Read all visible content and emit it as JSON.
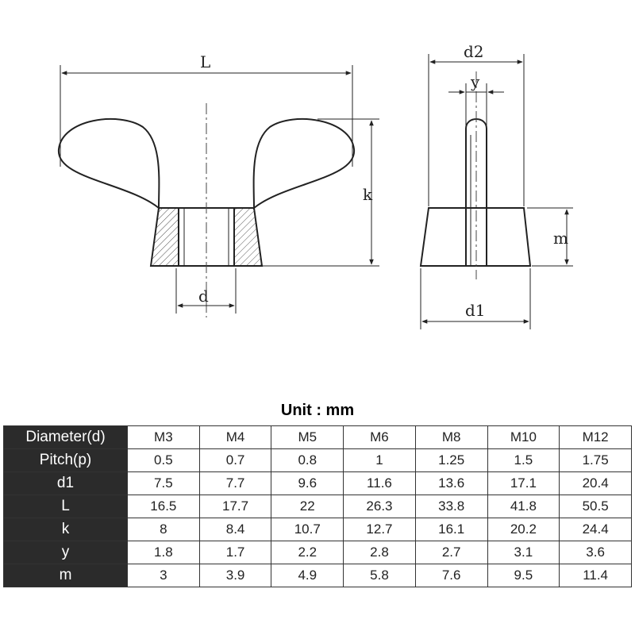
{
  "drawing": {
    "labels": {
      "L": "L",
      "k": "k",
      "d": "d",
      "d2": "d2",
      "y": "y",
      "m": "m",
      "d1": "d1"
    }
  },
  "unit_title": "Unit : mm",
  "table": {
    "header_label": "Diameter(d)",
    "columns": [
      "M3",
      "M4",
      "M5",
      "M6",
      "M8",
      "M10",
      "M12"
    ],
    "rows": [
      {
        "label": "Pitch(p)",
        "values": [
          "0.5",
          "0.7",
          "0.8",
          "1",
          "1.25",
          "1.5",
          "1.75"
        ]
      },
      {
        "label": "d1",
        "values": [
          "7.5",
          "7.7",
          "9.6",
          "11.6",
          "13.6",
          "17.1",
          "20.4"
        ]
      },
      {
        "label": "L",
        "values": [
          "16.5",
          "17.7",
          "22",
          "26.3",
          "33.8",
          "41.8",
          "50.5"
        ]
      },
      {
        "label": "k",
        "values": [
          "8",
          "8.4",
          "10.7",
          "12.7",
          "16.1",
          "20.2",
          "24.4"
        ]
      },
      {
        "label": "y",
        "values": [
          "1.8",
          "1.7",
          "2.2",
          "2.8",
          "2.7",
          "3.1",
          "3.6"
        ]
      },
      {
        "label": "m",
        "values": [
          "3",
          "3.9",
          "4.9",
          "5.8",
          "7.6",
          "9.5",
          "11.4"
        ]
      }
    ]
  }
}
